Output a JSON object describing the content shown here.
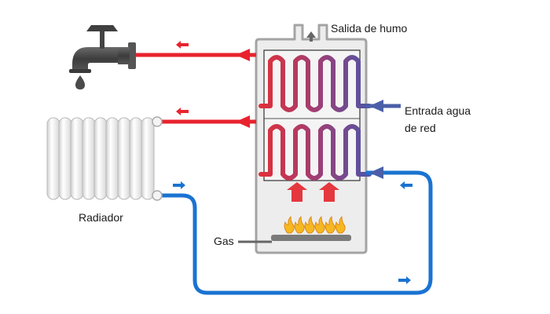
{
  "labels": {
    "smoke_outlet": "Salida de humo",
    "water_inlet_line1": "Entrada agua",
    "water_inlet_line2": "de red",
    "radiator": "Radiador",
    "gas": "Gas"
  },
  "colors": {
    "hot_water": "#e8232e",
    "cold_water": "#1a73d1",
    "inlet_pipe": "#4a5fa8",
    "boiler_body": "#e9e9e9",
    "boiler_outline": "#9a9a9a",
    "flame": "#f6b81e"
  },
  "icons": {
    "tap": "water-tap-icon",
    "radiator": "radiator-icon",
    "flame": "flame-icon"
  }
}
